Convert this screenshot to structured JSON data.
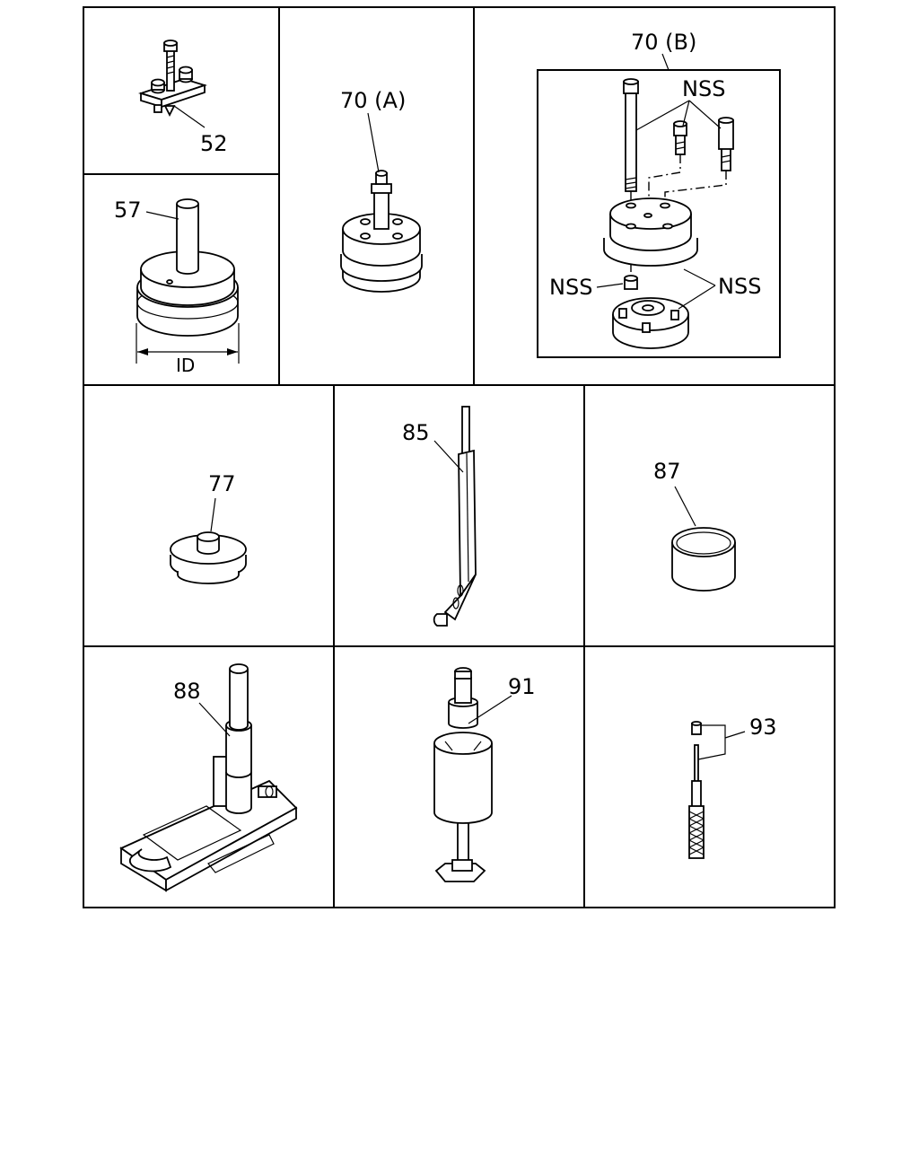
{
  "parts": {
    "p52": {
      "label": "52"
    },
    "p57": {
      "label": "57",
      "dimension": "ID"
    },
    "p70a": {
      "label": "70 (A)"
    },
    "p70b": {
      "label": "70 (B)",
      "nss_top": "NSS",
      "nss_left": "NSS",
      "nss_right": "NSS"
    },
    "p77": {
      "label": "77"
    },
    "p85": {
      "label": "85"
    },
    "p87": {
      "label": "87"
    },
    "p88": {
      "label": "88"
    },
    "p91": {
      "label": "91"
    },
    "p93": {
      "label": "93"
    }
  }
}
